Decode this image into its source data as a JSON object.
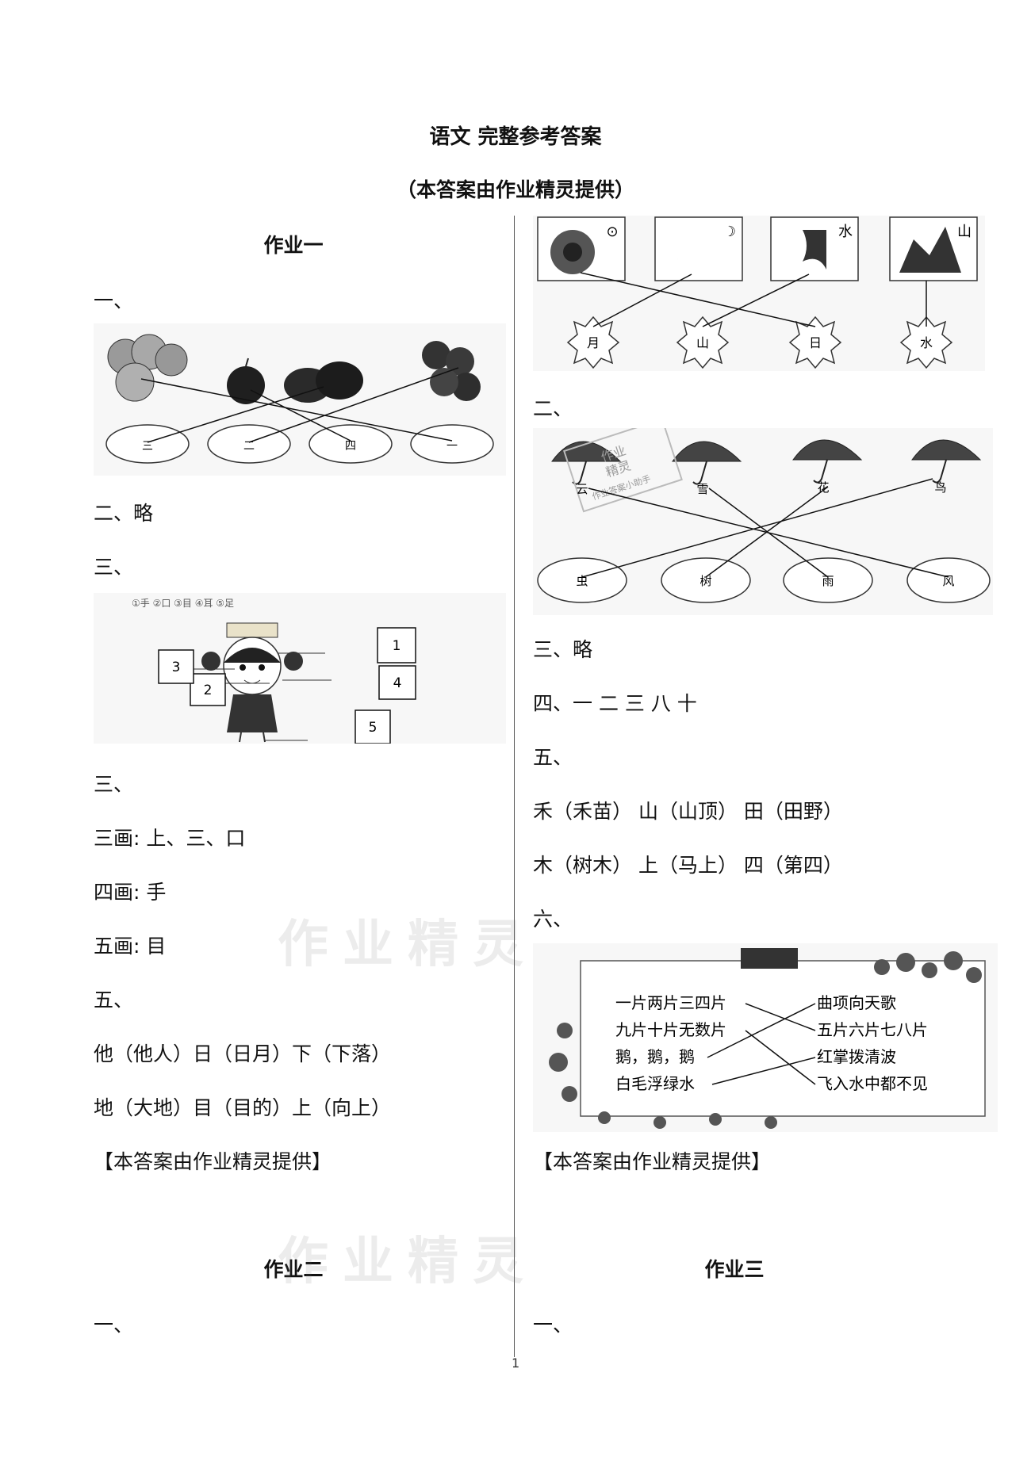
{
  "header": {
    "title": "语文 完整参考答案",
    "subtitle": "（本答案由作业精灵提供）"
  },
  "left": {
    "hw1": {
      "heading": "作业一",
      "q1": "一、",
      "fig1": {
        "labels": [
          "三",
          "二",
          "四",
          "一"
        ]
      },
      "q2": "二、略",
      "q3": "三、",
      "fig3": {
        "legend": "①手 ②口 ③目 ④耳 ⑤足",
        "boxes": [
          "1",
          "2",
          "3",
          "4",
          "5"
        ]
      },
      "q3b": "三、",
      "lines": [
        "三画: 上、三、口",
        "四画: 手",
        "五画: 目"
      ],
      "q5": "五、",
      "words1": "他（他人）日（日月）下（下落）",
      "words2": "地（大地）目（目的）上（向上）",
      "credit": "【本答案由作业精灵提供】"
    },
    "hw2": {
      "heading": "作业二",
      "q1": "一、"
    }
  },
  "right": {
    "fig_top": {
      "labels": [
        "月",
        "山",
        "日",
        "水"
      ],
      "pictographs": [
        "⊙",
        "☽",
        "水",
        "山"
      ]
    },
    "q2": "二、",
    "fig_umbrella": {
      "top_labels": [
        "云",
        "雪",
        "花",
        "鸟"
      ],
      "bottom_labels": [
        "虫",
        "树",
        "雨",
        "风"
      ],
      "stamp": [
        "作业",
        "精灵",
        "作业答案小助手"
      ]
    },
    "q3": "三、略",
    "q4": "四、一 二 三 八 十",
    "q5": "五、",
    "pairs1": "禾（禾苗） 山（山顶） 田（田野）",
    "pairs2": "木（树木） 上（马上） 四（第四）",
    "q6": "六、",
    "poem": {
      "left": [
        "一片两片三四片",
        "九片十片无数片",
        "鹅，鹅，鹅",
        "白毛浮绿水"
      ],
      "right": [
        "曲项向天歌",
        "五片六片七八片",
        "红掌拨清波",
        "飞入水中都不见"
      ]
    },
    "credit": "【本答案由作业精灵提供】",
    "hw3": {
      "heading": "作业三",
      "q1": "一、"
    }
  },
  "watermark": "作业精灵",
  "page_number": "1"
}
